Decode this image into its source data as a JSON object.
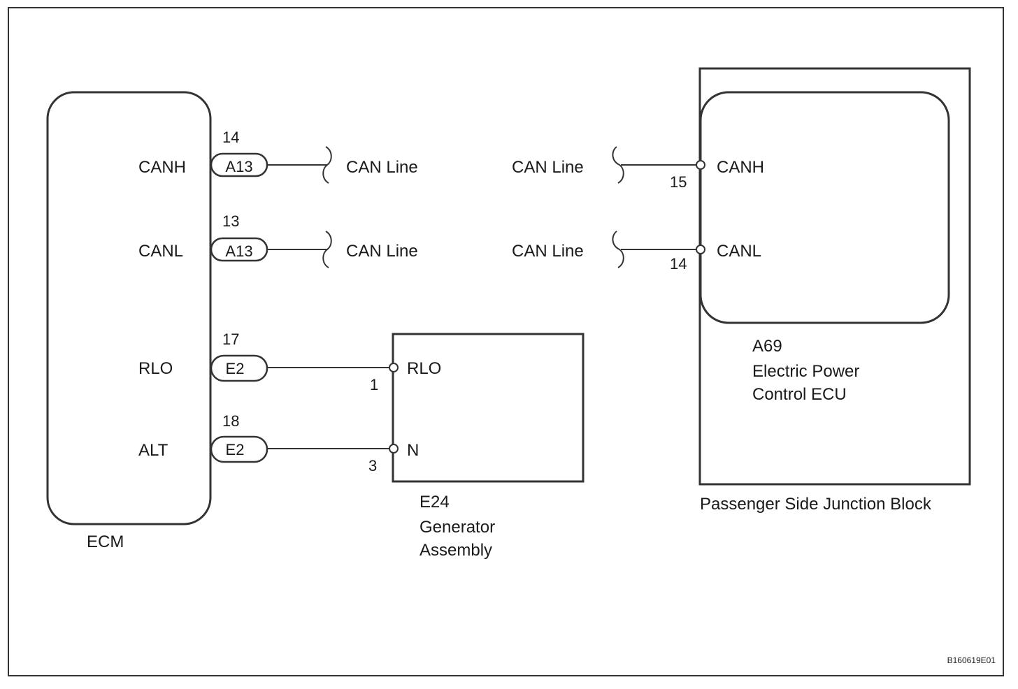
{
  "ecm": {
    "name": "ECM",
    "pins": [
      {
        "label": "CANH",
        "pin_no": "14",
        "connector": "A13",
        "line_label": "CAN Line"
      },
      {
        "label": "CANL",
        "pin_no": "13",
        "connector": "A13",
        "line_label": "CAN Line"
      },
      {
        "label": "RLO",
        "pin_no": "17",
        "connector": "E2"
      },
      {
        "label": "ALT",
        "pin_no": "18",
        "connector": "E2"
      }
    ]
  },
  "generator": {
    "code": "E24",
    "name_line1": "Generator",
    "name_line2": "Assembly",
    "terminals": [
      {
        "label": "RLO",
        "pin_no": "1"
      },
      {
        "label": "N",
        "pin_no": "3"
      }
    ]
  },
  "junction_block": {
    "name": "Passenger Side Junction Block",
    "ecu": {
      "code": "A69",
      "name_line1": "Electric Power",
      "name_line2": "Control ECU",
      "terminals": [
        {
          "label": "CANH",
          "pin_no": "15",
          "line_label": "CAN Line"
        },
        {
          "label": "CANL",
          "pin_no": "14",
          "line_label": "CAN Line"
        }
      ]
    }
  },
  "figure_id": "B160619E01"
}
